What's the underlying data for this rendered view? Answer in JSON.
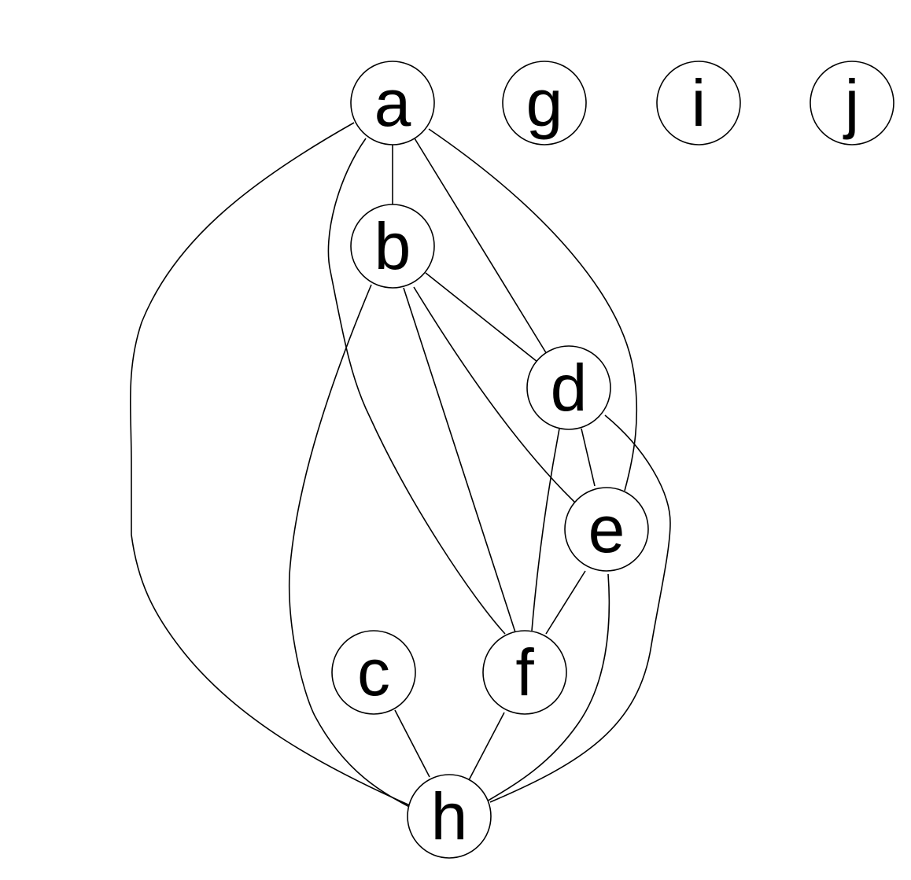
{
  "graph": {
    "nodes": [
      {
        "id": "a",
        "label": "a"
      },
      {
        "id": "g",
        "label": "g"
      },
      {
        "id": "i",
        "label": "i"
      },
      {
        "id": "j",
        "label": "j"
      },
      {
        "id": "b",
        "label": "b"
      },
      {
        "id": "d",
        "label": "d"
      },
      {
        "id": "e",
        "label": "e"
      },
      {
        "id": "c",
        "label": "c"
      },
      {
        "id": "f",
        "label": "f"
      },
      {
        "id": "h",
        "label": "h"
      }
    ],
    "edges": [
      {
        "source": "a",
        "target": "b"
      },
      {
        "source": "a",
        "target": "d"
      },
      {
        "source": "a",
        "target": "e"
      },
      {
        "source": "a",
        "target": "f"
      },
      {
        "source": "a",
        "target": "h"
      },
      {
        "source": "b",
        "target": "d"
      },
      {
        "source": "b",
        "target": "e"
      },
      {
        "source": "b",
        "target": "f"
      },
      {
        "source": "b",
        "target": "h"
      },
      {
        "source": "d",
        "target": "e"
      },
      {
        "source": "d",
        "target": "f"
      },
      {
        "source": "d",
        "target": "h"
      },
      {
        "source": "e",
        "target": "f"
      },
      {
        "source": "e",
        "target": "h"
      },
      {
        "source": "c",
        "target": "h"
      },
      {
        "source": "f",
        "target": "h"
      }
    ]
  }
}
